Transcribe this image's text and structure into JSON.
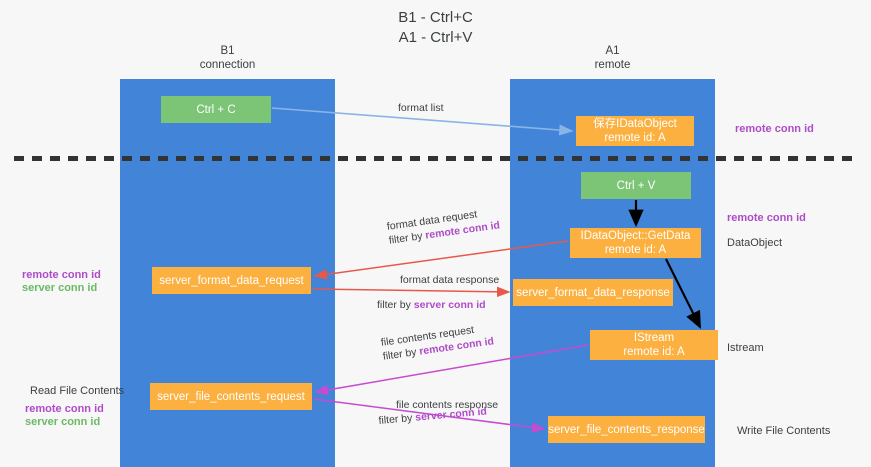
{
  "title": {
    "line1": "B1 - Ctrl+C",
    "line2": "A1 - Ctrl+V"
  },
  "lanes": {
    "left": {
      "name": "B1",
      "role": "connection"
    },
    "right": {
      "name": "A1",
      "role": "remote"
    }
  },
  "boxes": {
    "ctrl_c": {
      "label": "Ctrl + C",
      "color": "#7cc576"
    },
    "save_idataobject": {
      "line1": "保存IDataObject",
      "line2": "remote id: A",
      "color": "#fbb040"
    },
    "ctrl_v": {
      "label": "Ctrl + V",
      "color": "#7cc576"
    },
    "idataobject_getdata": {
      "line1": "IDataObject::GetData",
      "line2": "remote id: A",
      "color": "#fbb040"
    },
    "server_format_data_request": {
      "label": "server_format_data_request",
      "color": "#fbb040"
    },
    "server_format_data_response": {
      "label": "server_format_data_response",
      "color": "#fbb040"
    },
    "istream": {
      "line1": "IStream",
      "line2": "remote id: A",
      "color": "#fbb040"
    },
    "server_file_contents_request": {
      "label": "server_file_contents_request",
      "color": "#fbb040"
    },
    "server_file_contents_response": {
      "label": "server_file_contents_response",
      "color": "#fbb040"
    }
  },
  "arrow_labels": {
    "format_list": "format list",
    "format_data_request": "format data request",
    "format_data_request_filter_prefix": "filter by ",
    "format_data_request_filter_key": "remote conn id",
    "format_data_response": "format data response",
    "format_data_response_filter_prefix": "filter by ",
    "format_data_response_filter_key": "server conn id",
    "file_contents_request": "file contents request",
    "file_contents_request_filter_prefix": "filter by ",
    "file_contents_request_filter_key": "remote conn id",
    "file_contents_response": "file contents response",
    "file_contents_response_filter_prefix": "filter by ",
    "file_contents_response_filter_key": "server conn id"
  },
  "annotations": {
    "right_remote_conn_id_top": "remote conn id",
    "right_remote_conn_id_mid": "remote conn id",
    "right_dataobject": "DataObject",
    "right_istream": "Istream",
    "right_write_file_contents": "Write File Contents",
    "left_remote_conn_id_1": "remote conn id",
    "left_server_conn_id_1": "server conn id",
    "left_read_file_contents": "Read File Contents",
    "left_remote_conn_id_2": "remote conn id",
    "left_server_conn_id_2": "server conn id"
  },
  "colors": {
    "lane": "#4285d8",
    "green_box": "#7cc576",
    "orange_box": "#fbb040",
    "purple": "#b04bc8",
    "green_text": "#6aba63",
    "light_blue_arrow": "#8ab4e8",
    "red_arrow": "#e8584a",
    "magenta_arrow": "#c64bd0",
    "black_arrow": "#000000",
    "divider": "#333333",
    "background": "#f7f7f7"
  }
}
